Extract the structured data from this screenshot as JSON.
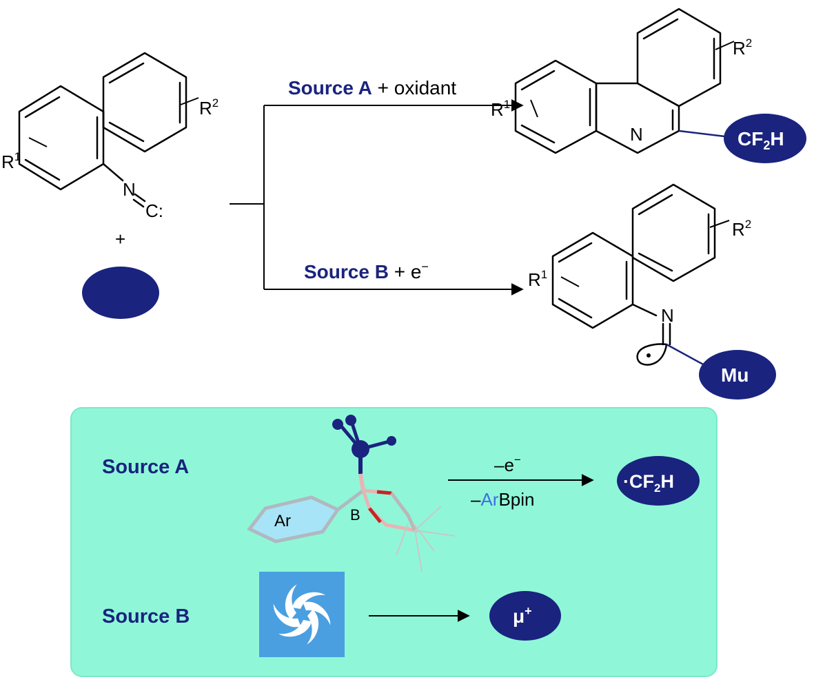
{
  "colors": {
    "navy": "#1a237e",
    "panel_bg": "#8ff7d8",
    "panel_border": "#7be8c8",
    "reagent_blue": "#3f6fe0",
    "tile_blue": "#4a9fe0"
  },
  "reactant": {
    "r1": "R",
    "r1_sup": "1",
    "r2": "R",
    "r2_sup": "2",
    "n_atom": "N",
    "c_atom": "C:",
    "plus": "+"
  },
  "top_arrow": {
    "source": "Source A",
    "rest": " + oxidant"
  },
  "bottom_arrow": {
    "source": "Source B",
    "rest": " + e",
    "sup": "−"
  },
  "product_top": {
    "r1": "R",
    "r1_sup": "1",
    "r2": "R",
    "r2_sup": "2",
    "n_atom": "N",
    "badge_cf": "CF",
    "badge_sub": "2",
    "badge_h": "H"
  },
  "product_bottom": {
    "r1": "R",
    "r1_sup": "1",
    "r2": "R",
    "r2_sup": "2",
    "n_atom": "N",
    "badge": "Mu"
  },
  "panel": {
    "source_a_label": "Source A",
    "source_b_label": "Source B",
    "ar_label": "Ar",
    "b_label": "B",
    "arrow_a_top": "–e",
    "arrow_a_top_sup": "−",
    "arrow_a_bottom_dash": "–",
    "arrow_a_bottom_ar": "Ar",
    "arrow_a_bottom_rest": "Bpin",
    "product_a_dot": "·",
    "product_a_cf": "CF",
    "product_a_sub": "2",
    "product_a_h": "H",
    "product_b": "μ",
    "product_b_sup": "+"
  }
}
